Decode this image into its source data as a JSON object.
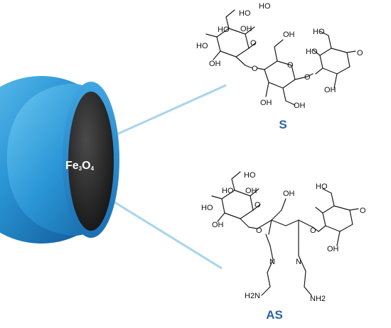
{
  "core": {
    "label_main": "Fe",
    "label_sub1": "3",
    "label_mid": "O",
    "label_sub2": "4"
  },
  "structures": {
    "top": {
      "name": "S",
      "labels": [
        "HO",
        "HO",
        "OH",
        "HO",
        "O",
        "OH",
        "HO",
        "O",
        "O",
        "OH",
        "HO",
        "O",
        "OH",
        "OH",
        "O",
        "HO",
        "OH"
      ]
    },
    "bottom": {
      "name": "AS",
      "labels": [
        "HO",
        "HO",
        "OH",
        "HO",
        "OH",
        "HO",
        "O",
        "O",
        "O",
        "O",
        "N",
        "N",
        "OH",
        "OH",
        "H2N",
        "NH2"
      ]
    }
  },
  "colors": {
    "shell": "#1f86c8",
    "shell_light": "#58b9ec",
    "core": "#1e1e1e",
    "connector": "#a8d4ee",
    "label": "#2a62a6"
  }
}
